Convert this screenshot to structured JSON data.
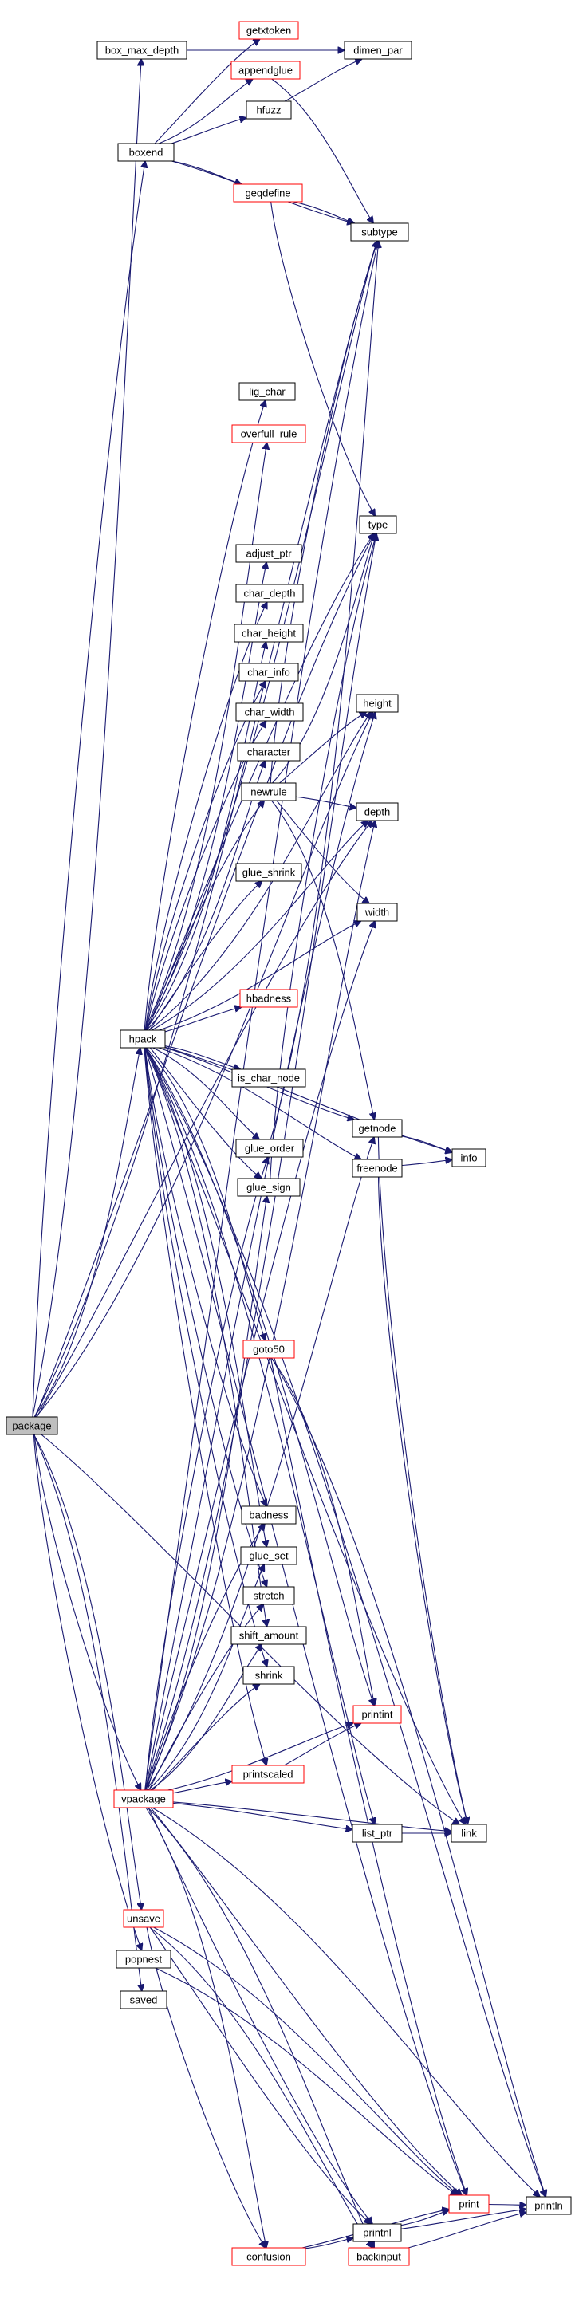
{
  "colors": {
    "edge": "#191970",
    "normal_border": "#000000",
    "link_border": "#ff0000",
    "root_fill": "#bfbfbf",
    "node_fill": "#ffffff"
  },
  "nodes": [
    {
      "id": "package",
      "label": "package",
      "style": "root"
    },
    {
      "id": "box_max_depth",
      "label": "box_max_depth",
      "style": "normal"
    },
    {
      "id": "getxtoken",
      "label": "getxtoken",
      "style": "link"
    },
    {
      "id": "dimen_par",
      "label": "dimen_par",
      "style": "normal"
    },
    {
      "id": "appendglue",
      "label": "appendglue",
      "style": "link"
    },
    {
      "id": "hfuzz",
      "label": "hfuzz",
      "style": "normal"
    },
    {
      "id": "boxend",
      "label": "boxend",
      "style": "normal"
    },
    {
      "id": "geqdefine",
      "label": "geqdefine",
      "style": "link"
    },
    {
      "id": "subtype",
      "label": "subtype",
      "style": "normal"
    },
    {
      "id": "lig_char",
      "label": "lig_char",
      "style": "normal"
    },
    {
      "id": "overfull_rule",
      "label": "overfull_rule",
      "style": "link"
    },
    {
      "id": "type",
      "label": "type",
      "style": "normal"
    },
    {
      "id": "adjust_ptr",
      "label": "adjust_ptr",
      "style": "normal"
    },
    {
      "id": "char_depth",
      "label": "char_depth",
      "style": "normal"
    },
    {
      "id": "char_height",
      "label": "char_height",
      "style": "normal"
    },
    {
      "id": "char_info",
      "label": "char_info",
      "style": "normal"
    },
    {
      "id": "height",
      "label": "height",
      "style": "normal"
    },
    {
      "id": "char_width",
      "label": "char_width",
      "style": "normal"
    },
    {
      "id": "character",
      "label": "character",
      "style": "normal"
    },
    {
      "id": "newrule",
      "label": "newrule",
      "style": "normal"
    },
    {
      "id": "depth",
      "label": "depth",
      "style": "normal"
    },
    {
      "id": "glue_shrink",
      "label": "glue_shrink",
      "style": "normal"
    },
    {
      "id": "width",
      "label": "width",
      "style": "normal"
    },
    {
      "id": "hbadness",
      "label": "hbadness",
      "style": "link"
    },
    {
      "id": "hpack",
      "label": "hpack",
      "style": "normal"
    },
    {
      "id": "is_char_node",
      "label": "is_char_node",
      "style": "normal"
    },
    {
      "id": "getnode",
      "label": "getnode",
      "style": "normal"
    },
    {
      "id": "glue_order",
      "label": "glue_order",
      "style": "normal"
    },
    {
      "id": "info",
      "label": "info",
      "style": "normal"
    },
    {
      "id": "freenode",
      "label": "freenode",
      "style": "normal"
    },
    {
      "id": "glue_sign",
      "label": "glue_sign",
      "style": "normal"
    },
    {
      "id": "goto50",
      "label": "goto50",
      "style": "link"
    },
    {
      "id": "badness",
      "label": "badness",
      "style": "normal"
    },
    {
      "id": "glue_set",
      "label": "glue_set",
      "style": "normal"
    },
    {
      "id": "stretch",
      "label": "stretch",
      "style": "normal"
    },
    {
      "id": "shift_amount",
      "label": "shift_amount",
      "style": "normal"
    },
    {
      "id": "shrink",
      "label": "shrink",
      "style": "normal"
    },
    {
      "id": "printint",
      "label": "printint",
      "style": "link"
    },
    {
      "id": "vpackage",
      "label": "vpackage",
      "style": "link"
    },
    {
      "id": "printscaled",
      "label": "printscaled",
      "style": "link"
    },
    {
      "id": "list_ptr",
      "label": "list_ptr",
      "style": "normal"
    },
    {
      "id": "link",
      "label": "link",
      "style": "normal"
    },
    {
      "id": "unsave",
      "label": "unsave",
      "style": "link"
    },
    {
      "id": "popnest",
      "label": "popnest",
      "style": "normal"
    },
    {
      "id": "saved",
      "label": "saved",
      "style": "normal"
    },
    {
      "id": "print",
      "label": "print",
      "style": "link"
    },
    {
      "id": "println",
      "label": "println",
      "style": "normal"
    },
    {
      "id": "printnl",
      "label": "printnl",
      "style": "normal"
    },
    {
      "id": "confusion",
      "label": "confusion",
      "style": "link"
    },
    {
      "id": "backinput",
      "label": "backinput",
      "style": "link"
    }
  ],
  "edges": [
    [
      "package",
      "box_max_depth"
    ],
    [
      "package",
      "boxend"
    ],
    [
      "package",
      "hpack"
    ],
    [
      "package",
      "vpackage"
    ],
    [
      "package",
      "unsave"
    ],
    [
      "package",
      "popnest"
    ],
    [
      "package",
      "saved"
    ],
    [
      "package",
      "link"
    ],
    [
      "package",
      "subtype"
    ],
    [
      "package",
      "type"
    ],
    [
      "package",
      "height"
    ],
    [
      "package",
      "depth"
    ],
    [
      "box_max_depth",
      "dimen_par"
    ],
    [
      "boxend",
      "getxtoken"
    ],
    [
      "boxend",
      "appendglue"
    ],
    [
      "boxend",
      "hfuzz"
    ],
    [
      "boxend",
      "geqdefine"
    ],
    [
      "boxend",
      "subtype"
    ],
    [
      "appendglue",
      "subtype"
    ],
    [
      "hfuzz",
      "dimen_par"
    ],
    [
      "geqdefine",
      "subtype"
    ],
    [
      "geqdefine",
      "type"
    ],
    [
      "hpack",
      "subtype"
    ],
    [
      "hpack",
      "lig_char"
    ],
    [
      "hpack",
      "overfull_rule"
    ],
    [
      "hpack",
      "type"
    ],
    [
      "hpack",
      "adjust_ptr"
    ],
    [
      "hpack",
      "char_depth"
    ],
    [
      "hpack",
      "char_height"
    ],
    [
      "hpack",
      "char_info"
    ],
    [
      "hpack",
      "height"
    ],
    [
      "hpack",
      "char_width"
    ],
    [
      "hpack",
      "character"
    ],
    [
      "hpack",
      "newrule"
    ],
    [
      "hpack",
      "depth"
    ],
    [
      "hpack",
      "glue_shrink"
    ],
    [
      "hpack",
      "width"
    ],
    [
      "hpack",
      "hbadness"
    ],
    [
      "hpack",
      "is_char_node"
    ],
    [
      "hpack",
      "getnode"
    ],
    [
      "hpack",
      "glue_order"
    ],
    [
      "hpack",
      "info"
    ],
    [
      "hpack",
      "freenode"
    ],
    [
      "hpack",
      "glue_sign"
    ],
    [
      "hpack",
      "goto50"
    ],
    [
      "hpack",
      "badness"
    ],
    [
      "hpack",
      "glue_set"
    ],
    [
      "hpack",
      "stretch"
    ],
    [
      "hpack",
      "shift_amount"
    ],
    [
      "hpack",
      "shrink"
    ],
    [
      "hpack",
      "printint"
    ],
    [
      "hpack",
      "printscaled"
    ],
    [
      "hpack",
      "list_ptr"
    ],
    [
      "hpack",
      "link"
    ],
    [
      "hpack",
      "println"
    ],
    [
      "hpack",
      "print"
    ],
    [
      "newrule",
      "type"
    ],
    [
      "newrule",
      "height"
    ],
    [
      "newrule",
      "depth"
    ],
    [
      "newrule",
      "width"
    ],
    [
      "newrule",
      "getnode"
    ],
    [
      "newrule",
      "subtype"
    ],
    [
      "getnode",
      "info"
    ],
    [
      "getnode",
      "link"
    ],
    [
      "freenode",
      "info"
    ],
    [
      "freenode",
      "link"
    ],
    [
      "glue_order",
      "subtype"
    ],
    [
      "glue_sign",
      "type"
    ],
    [
      "goto50",
      "printint"
    ],
    [
      "goto50",
      "print"
    ],
    [
      "goto50",
      "println"
    ],
    [
      "vpackage",
      "subtype"
    ],
    [
      "vpackage",
      "type"
    ],
    [
      "vpackage",
      "height"
    ],
    [
      "vpackage",
      "depth"
    ],
    [
      "vpackage",
      "width"
    ],
    [
      "vpackage",
      "getnode"
    ],
    [
      "vpackage",
      "glue_order"
    ],
    [
      "vpackage",
      "glue_sign"
    ],
    [
      "vpackage",
      "badness"
    ],
    [
      "vpackage",
      "glue_set"
    ],
    [
      "vpackage",
      "stretch"
    ],
    [
      "vpackage",
      "shift_amount"
    ],
    [
      "vpackage",
      "shrink"
    ],
    [
      "vpackage",
      "printint"
    ],
    [
      "vpackage",
      "printscaled"
    ],
    [
      "vpackage",
      "list_ptr"
    ],
    [
      "vpackage",
      "link"
    ],
    [
      "vpackage",
      "confusion"
    ],
    [
      "vpackage",
      "print"
    ],
    [
      "vpackage",
      "println"
    ],
    [
      "vpackage",
      "printnl"
    ],
    [
      "vpackage",
      "backinput"
    ],
    [
      "printscaled",
      "printint"
    ],
    [
      "unsave",
      "print"
    ],
    [
      "unsave",
      "confusion"
    ],
    [
      "unsave",
      "backinput"
    ],
    [
      "unsave",
      "printnl"
    ],
    [
      "popnest",
      "print"
    ],
    [
      "list_ptr",
      "link"
    ],
    [
      "printnl",
      "print"
    ],
    [
      "printnl",
      "println"
    ],
    [
      "print",
      "println"
    ],
    [
      "confusion",
      "print"
    ],
    [
      "confusion",
      "printnl"
    ],
    [
      "backinput",
      "println"
    ]
  ]
}
